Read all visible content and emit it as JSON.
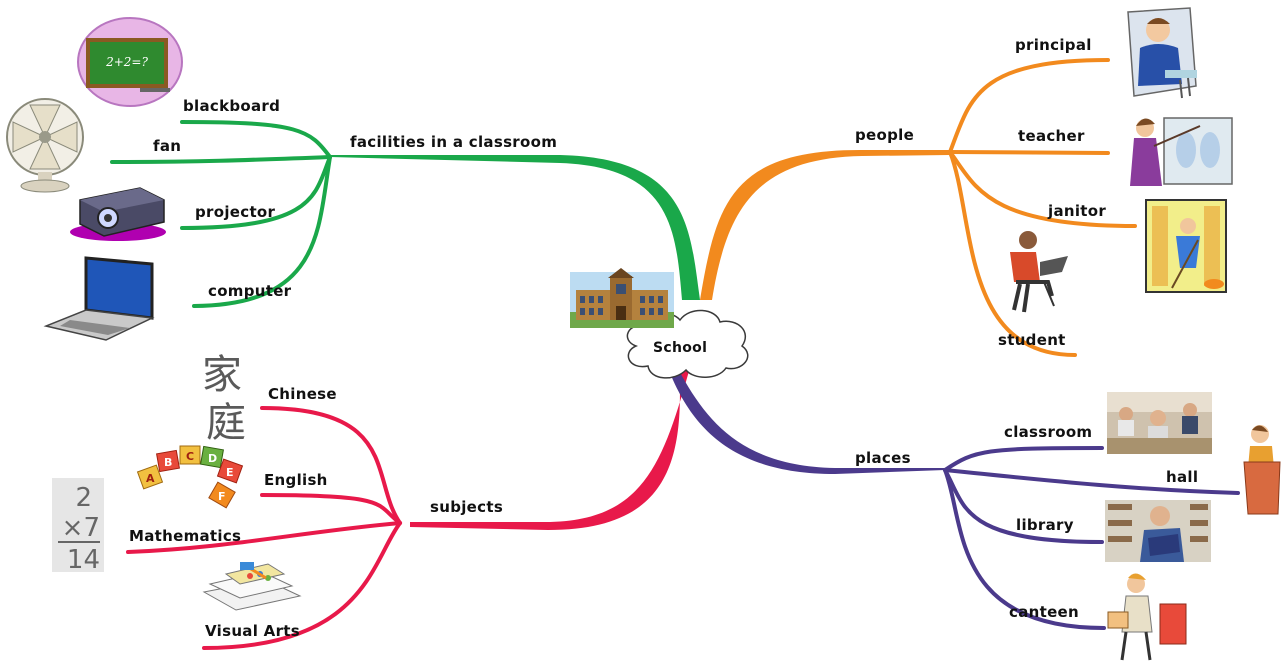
{
  "center": {
    "label": "School"
  },
  "branches": {
    "facilities": {
      "label": "facilities in a classroom",
      "color": "#1aa84a",
      "items": [
        "blackboard",
        "fan",
        "projector",
        "computer"
      ]
    },
    "people": {
      "label": "people",
      "color": "#f28a1e",
      "items": [
        "principal",
        "teacher",
        "janitor",
        "student"
      ]
    },
    "subjects": {
      "label": "subjects",
      "color": "#e8194a",
      "items": [
        "Chinese",
        "English",
        "Mathematics",
        "Visual Arts"
      ]
    },
    "places": {
      "label": "places",
      "color": "#4b3a8c",
      "items": [
        "classroom",
        "hall",
        "library",
        "canteen"
      ]
    }
  },
  "pictures": {
    "blackboard_text": "2+2=?",
    "chinese_chars": [
      "家",
      "庭"
    ],
    "math_digits": [
      "2",
      "×7",
      "14"
    ],
    "abc_letters": [
      "A",
      "B",
      "C",
      "D",
      "E",
      "F"
    ]
  }
}
